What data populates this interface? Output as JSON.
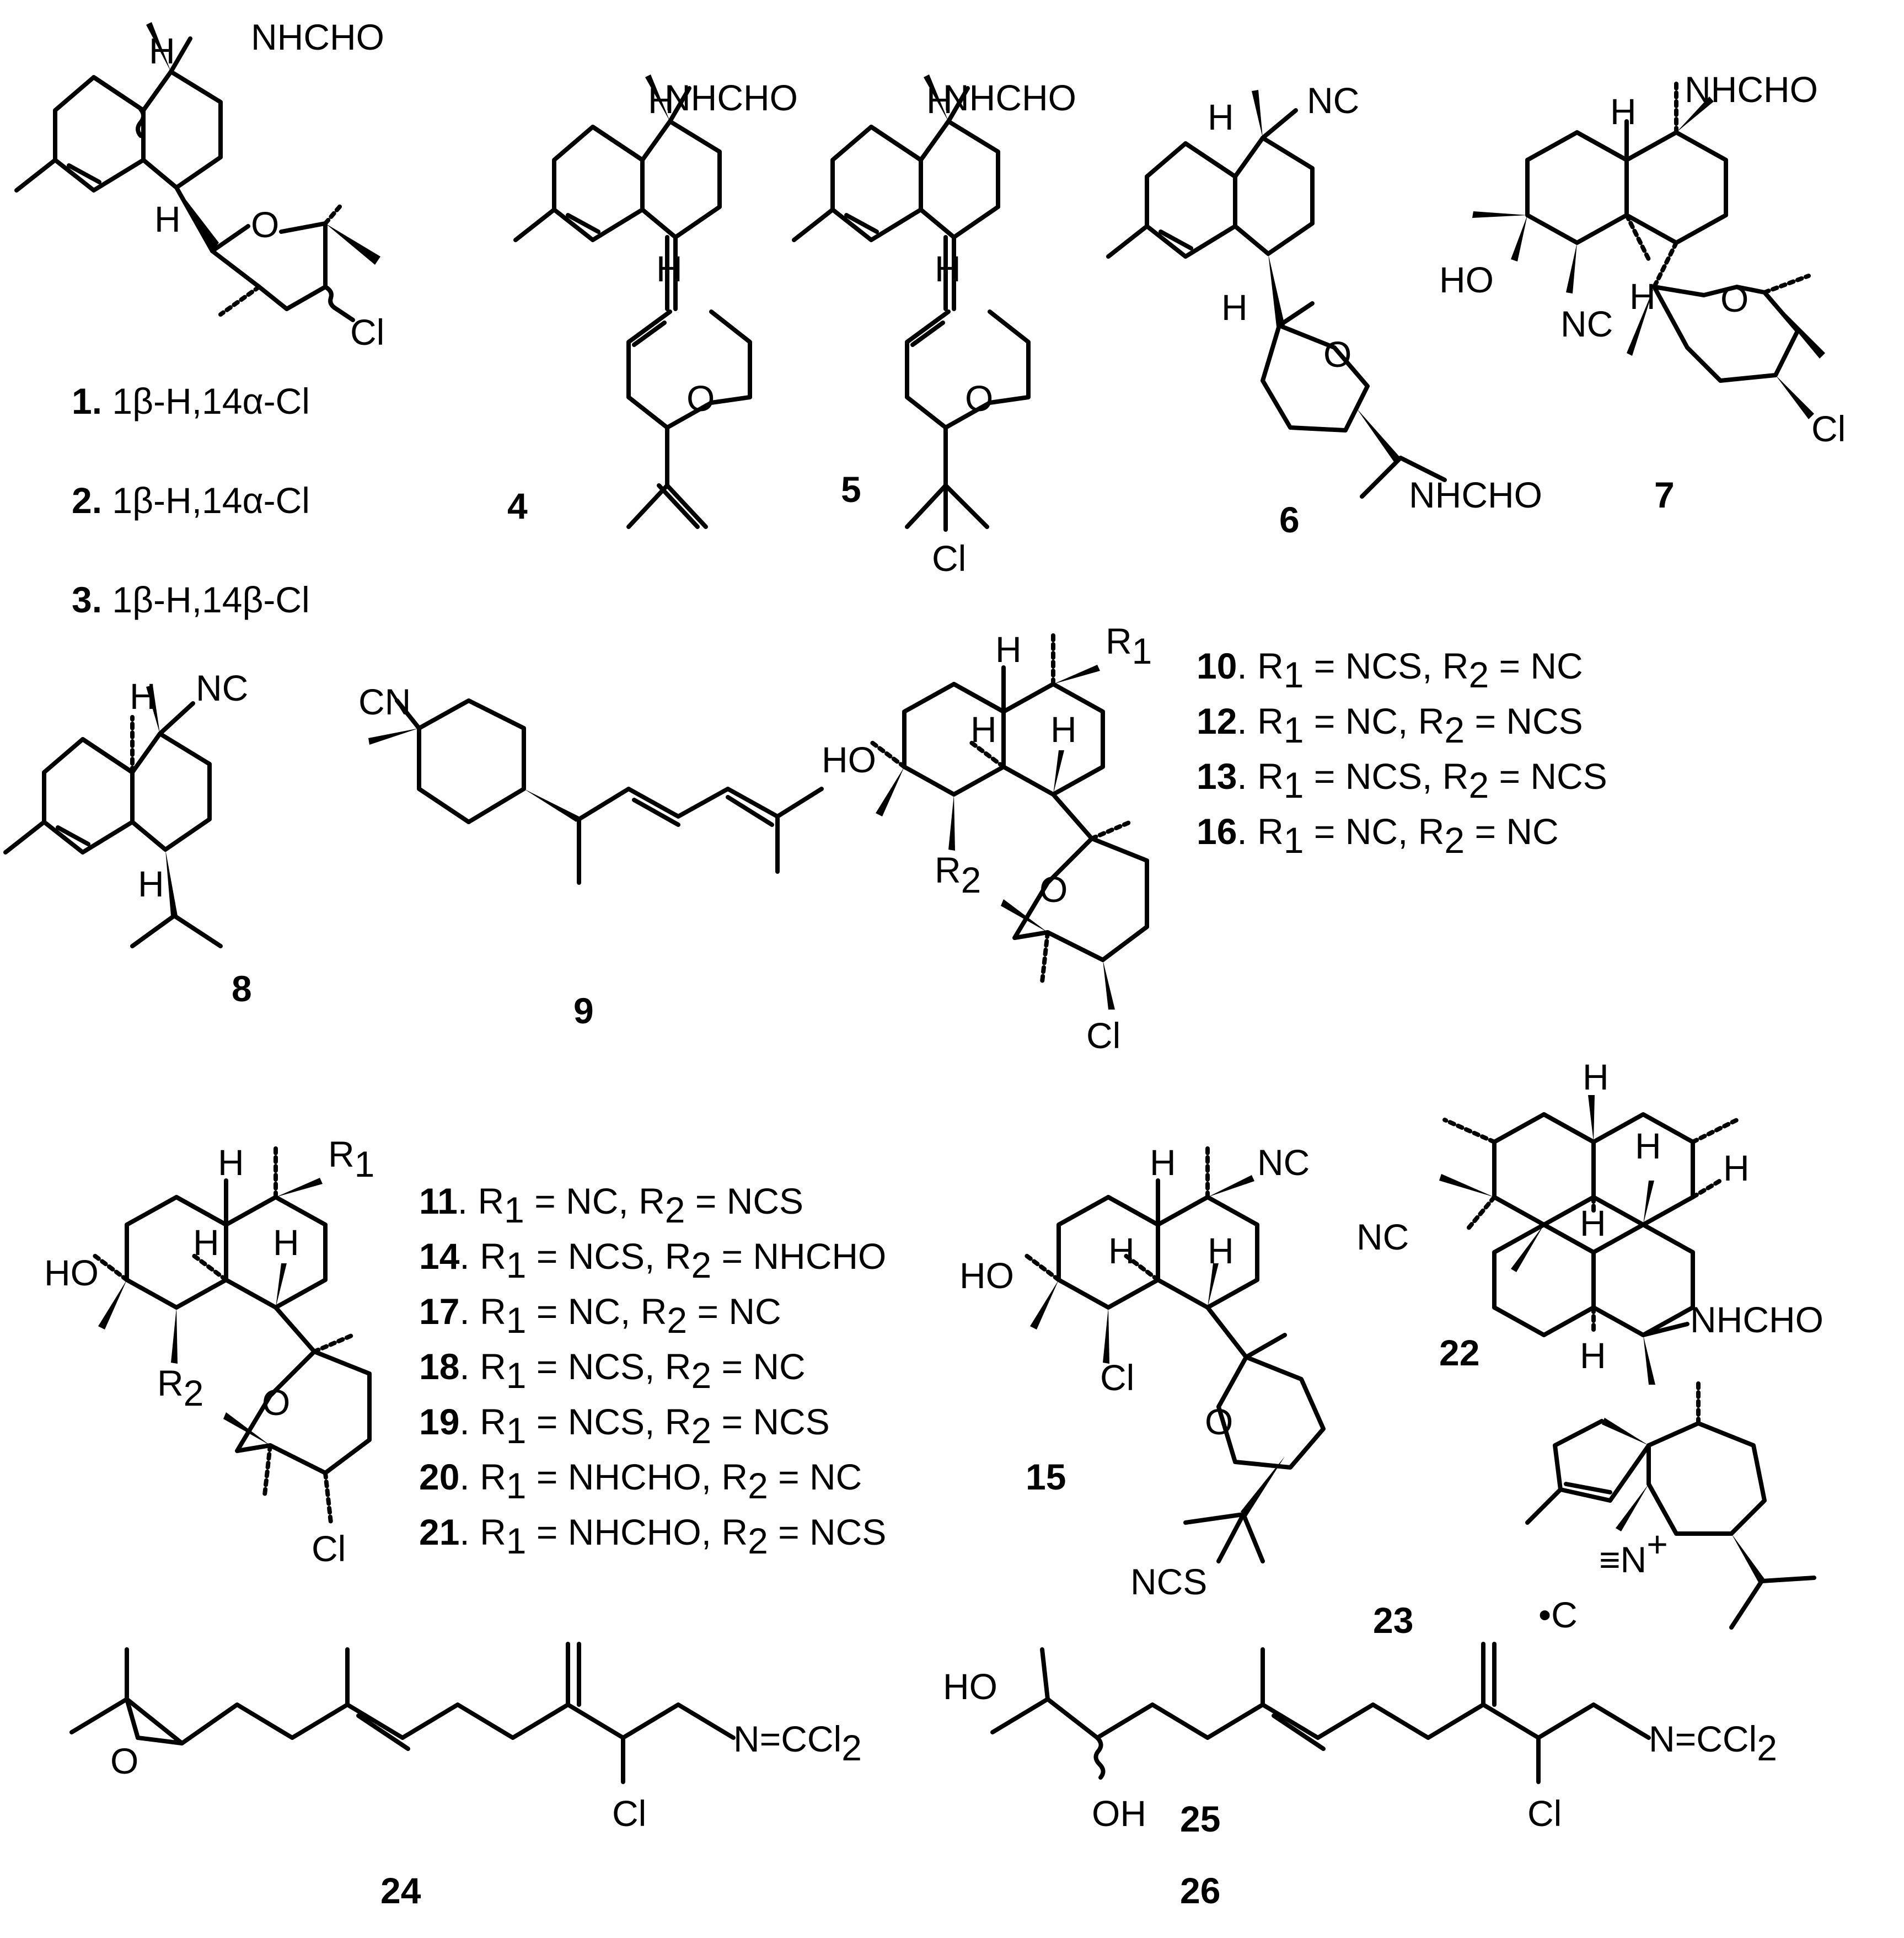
{
  "atom_labels": {
    "nhcho": "NHCHO",
    "nc": "NC",
    "cn": "CN",
    "ncs": "NCS",
    "h": "H",
    "o": "O",
    "cl": "Cl",
    "ho": "HO",
    "oh": "OH",
    "r": "R",
    "sub1": "1",
    "sub2": "2",
    "n_eq": "N=CCl",
    "plus": "+",
    "c_dot": "•C",
    "equiv": "≡N"
  },
  "compounds_1_3": [
    {
      "number": "1.",
      "text": " 1β-H,14α-Cl"
    },
    {
      "number": "2.",
      "text": " 1β-H,14α-Cl"
    },
    {
      "number": "3.",
      "text": " 1β-H,14β-Cl"
    }
  ],
  "compound_numbers": {
    "c4": "4",
    "c5": "5",
    "c6": "6",
    "c7": "7",
    "c8": "8",
    "c9": "9",
    "c15": "15",
    "c22": "22",
    "c23": "23",
    "c24": "24",
    "c25": "25",
    "c26": "26"
  },
  "series_a": [
    {
      "number": "10",
      "r1": "NCS",
      "r2": "NC"
    },
    {
      "number": "12",
      "r1": "NC",
      "r2": "NCS"
    },
    {
      "number": "13",
      "r1": "NCS",
      "r2": "NCS"
    },
    {
      "number": "16",
      "r1": "NC",
      "r2": "NC"
    }
  ],
  "series_b": [
    {
      "number": "11",
      "r1": "NC",
      "r2": "NCS"
    },
    {
      "number": "14",
      "r1": "NCS",
      "r2": "NHCHO"
    },
    {
      "number": "17",
      "r1": "NC",
      "r2": "NC"
    },
    {
      "number": "18",
      "r1": "NCS",
      "r2": "NC"
    },
    {
      "number": "19",
      "r1": "NCS",
      "r2": "NCS"
    },
    {
      "number": "20",
      "r1": "NHCHO",
      "r2": "NC"
    },
    {
      "number": "21",
      "r1": "NHCHO",
      "r2": "NCS"
    }
  ]
}
